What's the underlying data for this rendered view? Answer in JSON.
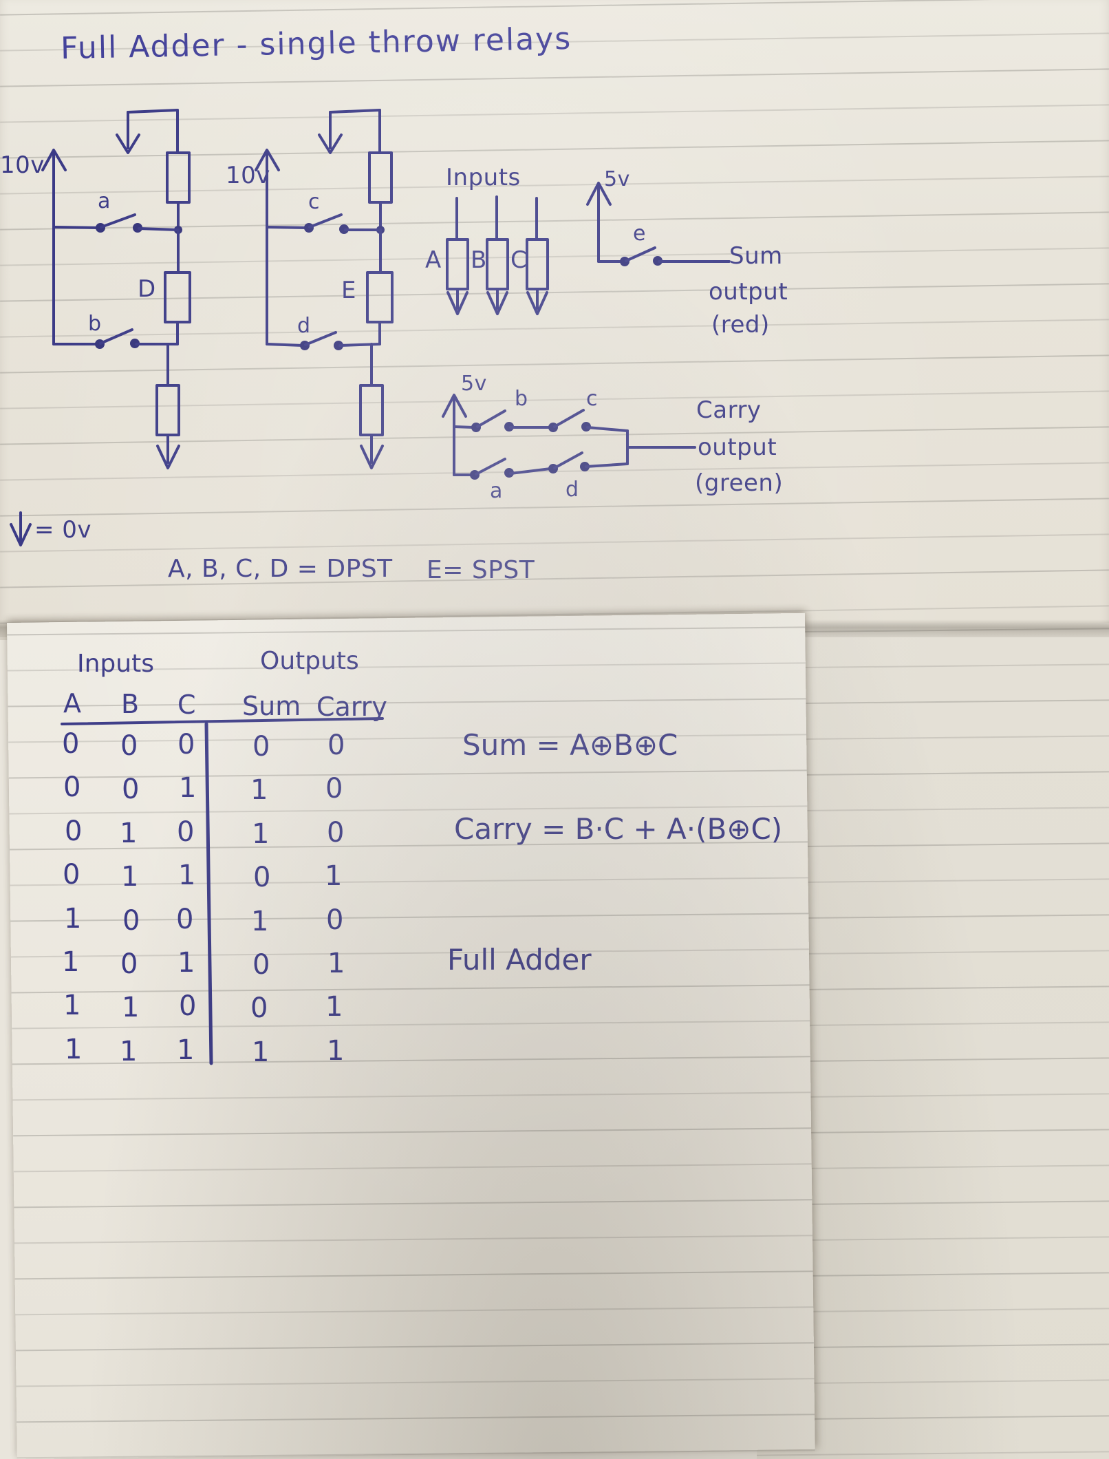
{
  "title": "Full Adder   -  single throw relays",
  "supply_labels": {
    "left_circuit": "10v",
    "right_circuit": "10v",
    "sum_rail": "5v",
    "carry_rail": "5v"
  },
  "left_circuit": {
    "switch_top": "a",
    "switch_bottom": "b",
    "relay_coil": "D"
  },
  "right_circuit": {
    "switch_top": "c",
    "switch_bottom": "d",
    "relay_coil": "E"
  },
  "inputs_block": {
    "heading": "Inputs",
    "coils": [
      "A",
      "B",
      "C"
    ]
  },
  "sum_block": {
    "rail": "5v",
    "switch": "e",
    "label_line1": "Sum",
    "label_line2": "output",
    "label_line3": "(red)"
  },
  "carry_block": {
    "rail": "5v",
    "switch_top_left": "b",
    "switch_top_right": "c",
    "switch_bottom_left": "a",
    "switch_bottom_right": "d",
    "label_line1": "Carry",
    "label_line2": "output",
    "label_line3": "(green)"
  },
  "notes": {
    "ground_legend": "= 0v",
    "ground_symbol": "down-arrow",
    "relay_types_dpst": "A, B, C, D = DPST",
    "relay_types_spst": "E= SPST"
  },
  "truth_table": {
    "group_inputs": "Inputs",
    "group_outputs": "Outputs",
    "headers": [
      "A",
      "B",
      "C",
      "Sum",
      "Carry"
    ],
    "rows": [
      [
        "0",
        "0",
        "0",
        "0",
        "0"
      ],
      [
        "0",
        "0",
        "1",
        "1",
        "0"
      ],
      [
        "0",
        "1",
        "0",
        "1",
        "0"
      ],
      [
        "0",
        "1",
        "1",
        "0",
        "1"
      ],
      [
        "1",
        "0",
        "0",
        "1",
        "0"
      ],
      [
        "1",
        "0",
        "1",
        "0",
        "1"
      ],
      [
        "1",
        "1",
        "0",
        "0",
        "1"
      ],
      [
        "1",
        "1",
        "1",
        "1",
        "1"
      ]
    ]
  },
  "equations": {
    "sum": "Sum = A⊕B⊕C",
    "carry": "Carry = B·C + A·(B⊕C)",
    "caption": "Full Adder"
  },
  "colors": {
    "ink": "#3b3a86",
    "paper": "#e9e5dc",
    "rule_line": "#96948e"
  }
}
